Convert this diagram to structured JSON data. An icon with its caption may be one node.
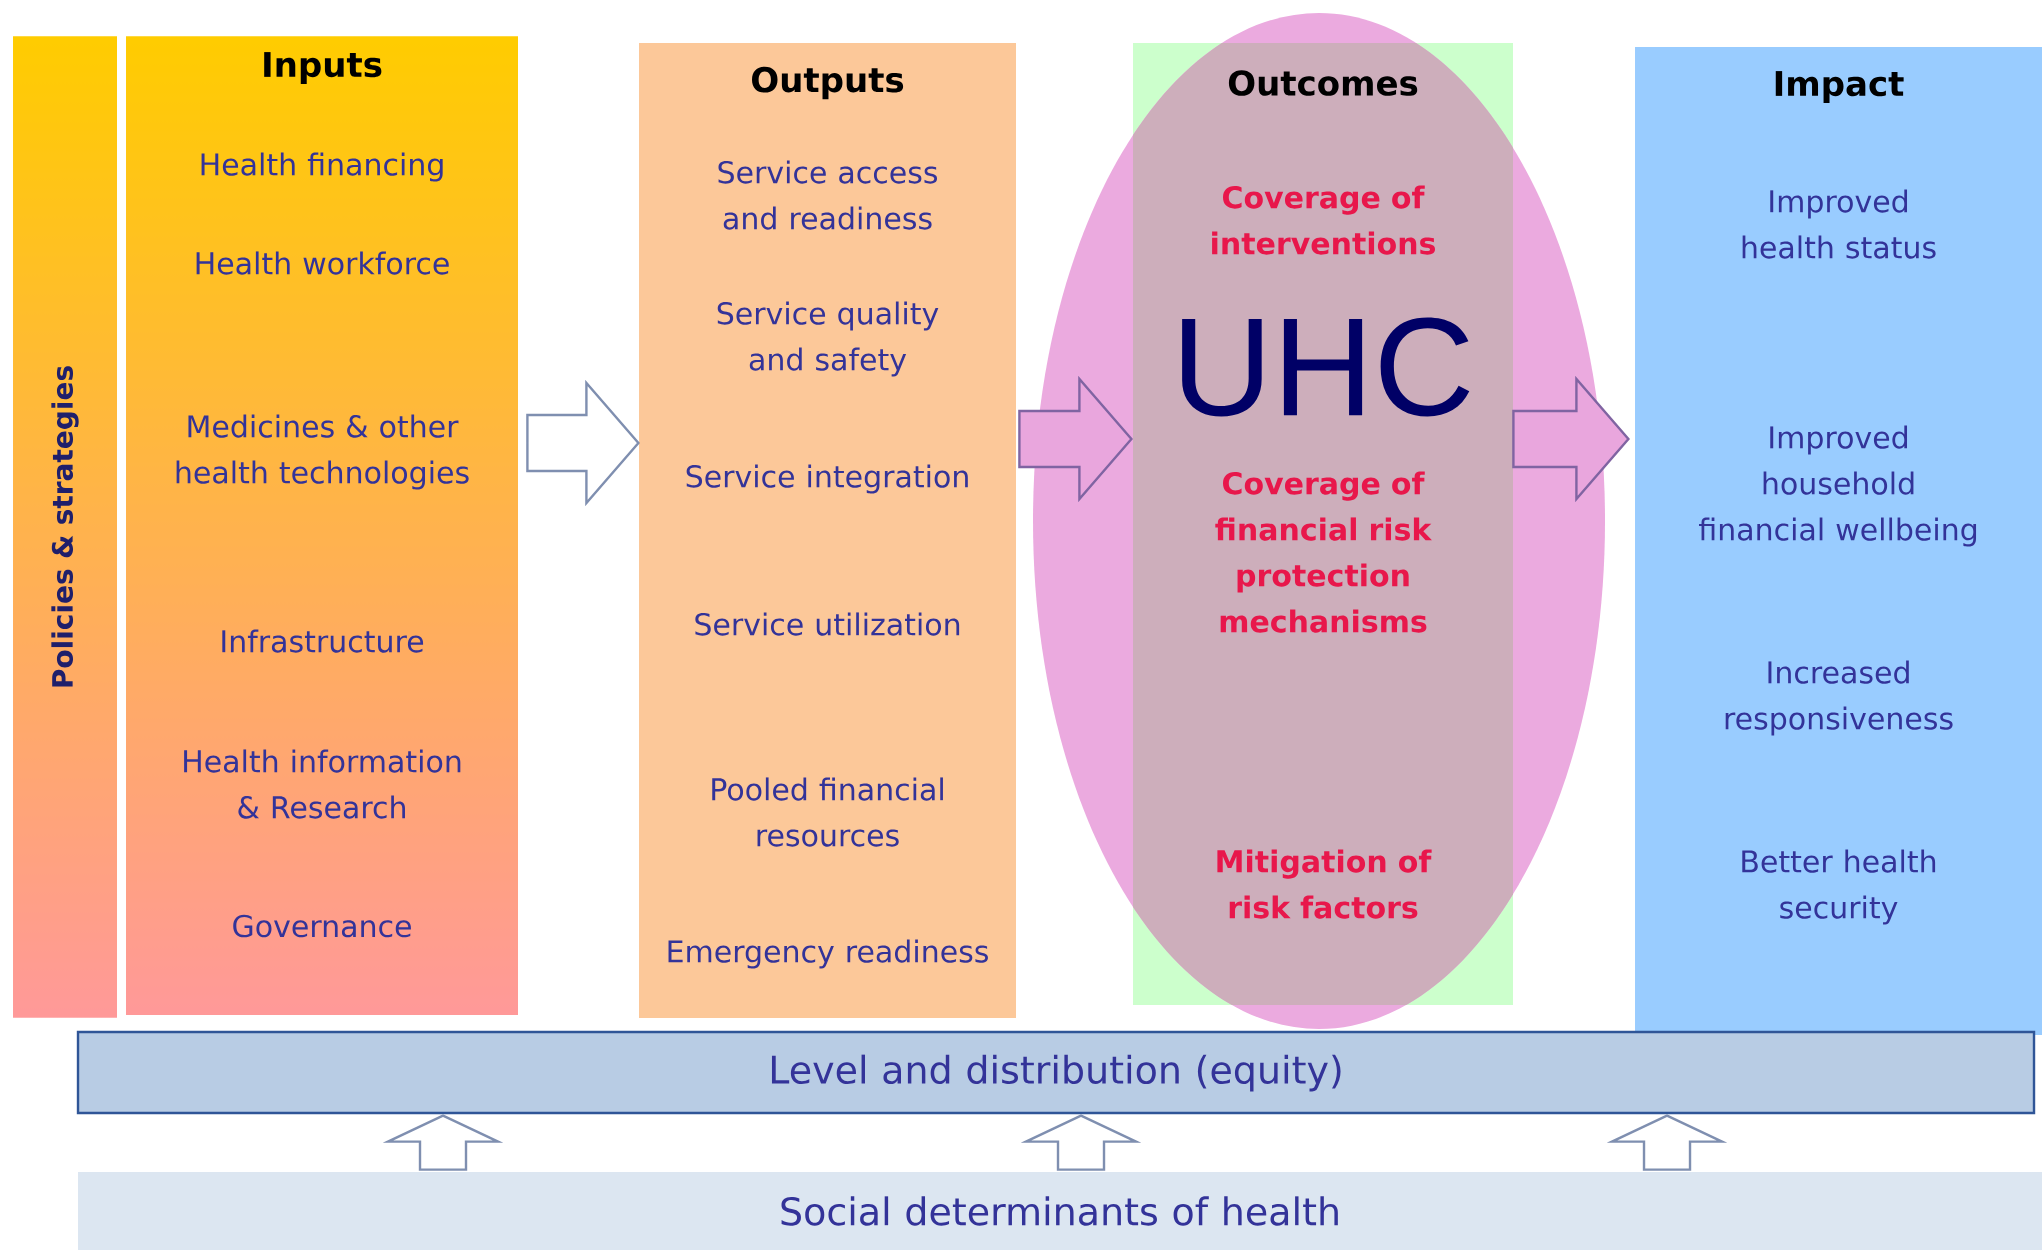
{
  "diagram": {
    "nodes": [
      {
        "text": [
          "Policies & strategies"
        ]
      },
      {
        "text": [
          "Inputs",
          "Health financing",
          "Health workforce",
          "Medicines & other health technologies",
          "Infrastructure",
          "Health information & Research",
          "Governance"
        ]
      },
      {
        "text": [
          "Outputs",
          "Service access and readiness",
          "Service quality and safety",
          "Service integration",
          "Service utilization",
          "Pooled financial resources",
          "Emergency readiness"
        ]
      },
      {
        "text": [
          "Outcomes",
          "Coverage of interventions",
          "UHC",
          "Coverage of financial risk protection mechanisms",
          "Mitigation of risk factors"
        ]
      },
      {
        "text": [
          "Impact",
          "Improved health status",
          "Improved household financial wellbeing",
          "Increased responsiveness",
          "Better health security"
        ]
      },
      {
        "text": [
          "Level and distribution (equity)"
        ]
      },
      {
        "text": [
          "Social  determinants of health"
        ]
      }
    ],
    "edges": [
      {
        "from": 1,
        "to": 2,
        "arrow": "to"
      },
      {
        "from": 2,
        "to": 3,
        "arrow": "to",
        "color": "#e9a6dd"
      },
      {
        "from": 3,
        "to": 4,
        "arrow": "to",
        "color": "#e9a6dd"
      },
      {
        "from": 6,
        "to": 5,
        "arrow": "to"
      },
      {
        "from": 6,
        "to": 5,
        "arrow": "to"
      },
      {
        "from": 6,
        "to": 5,
        "arrow": "to"
      }
    ]
  }
}
